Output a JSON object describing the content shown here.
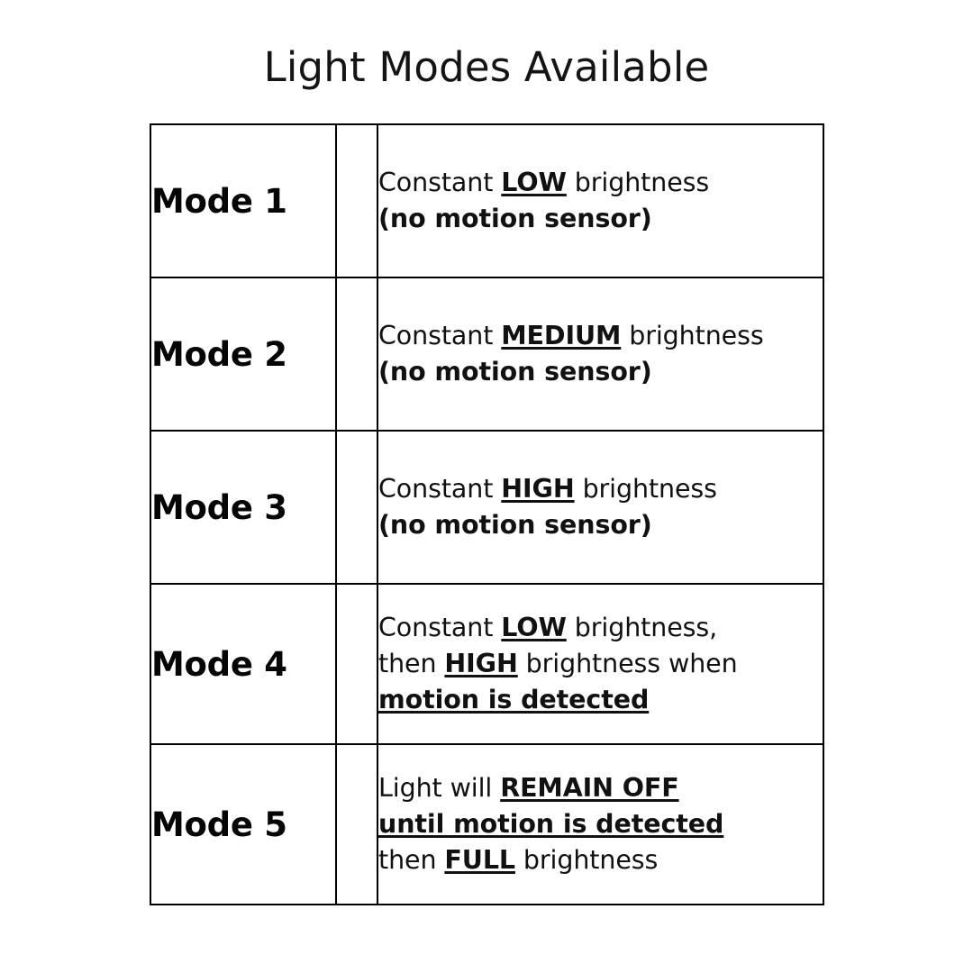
{
  "page": {
    "title": "Light Modes Available",
    "background_color": "#ffffff",
    "text_color": "#000000",
    "border_color": "#000000"
  },
  "table": {
    "columns": [
      "mode",
      "spacer",
      "description"
    ],
    "rows": [
      {
        "mode": "Mode 1",
        "lines": [
          {
            "segments": [
              {
                "text": "Constant ",
                "style": "plain"
              },
              {
                "text": "LOW",
                "style": "bold-underline"
              },
              {
                "text": " brightness",
                "style": "plain"
              }
            ]
          },
          {
            "segments": [
              {
                "text": "(no motion sensor)",
                "style": "bold"
              }
            ]
          }
        ]
      },
      {
        "mode": "Mode 2",
        "lines": [
          {
            "segments": [
              {
                "text": "Constant ",
                "style": "plain"
              },
              {
                "text": "MEDIUM",
                "style": "bold-underline"
              },
              {
                "text": " brightness",
                "style": "plain"
              }
            ]
          },
          {
            "segments": [
              {
                "text": "(no motion sensor)",
                "style": "bold"
              }
            ]
          }
        ]
      },
      {
        "mode": "Mode 3",
        "lines": [
          {
            "segments": [
              {
                "text": "Constant ",
                "style": "plain"
              },
              {
                "text": "HIGH",
                "style": "bold-underline"
              },
              {
                "text": " brightness",
                "style": "plain"
              }
            ]
          },
          {
            "segments": [
              {
                "text": "(no motion sensor)",
                "style": "bold"
              }
            ]
          }
        ]
      },
      {
        "mode": "Mode 4",
        "lines": [
          {
            "segments": [
              {
                "text": "Constant ",
                "style": "plain"
              },
              {
                "text": "LOW",
                "style": "bold-underline"
              },
              {
                "text": " brightness,",
                "style": "plain"
              }
            ]
          },
          {
            "segments": [
              {
                "text": "then ",
                "style": "plain"
              },
              {
                "text": "HIGH",
                "style": "bold-underline"
              },
              {
                "text": " brightness when",
                "style": "plain"
              }
            ]
          },
          {
            "segments": [
              {
                "text": "motion is detected",
                "style": "bold-underline"
              }
            ]
          }
        ]
      },
      {
        "mode": "Mode 5",
        "lines": [
          {
            "segments": [
              {
                "text": "Light will ",
                "style": "plain"
              },
              {
                "text": "REMAIN OFF",
                "style": "bold-underline"
              }
            ]
          },
          {
            "segments": [
              {
                "text": "until motion is detected",
                "style": "bold-underline"
              }
            ]
          },
          {
            "segments": [
              {
                "text": "then ",
                "style": "plain"
              },
              {
                "text": "FULL",
                "style": "bold-underline"
              },
              {
                "text": " brightness",
                "style": "plain"
              }
            ]
          }
        ]
      }
    ]
  }
}
